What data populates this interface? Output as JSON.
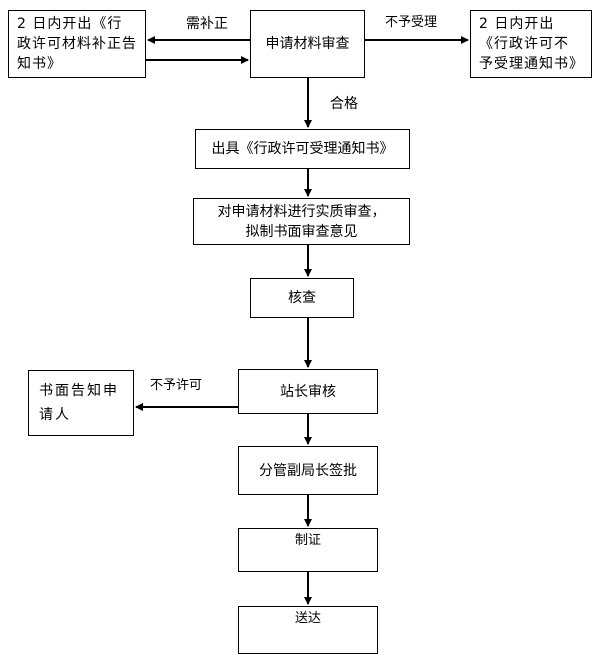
{
  "nodes": {
    "correction_notice": "2 日内开出《行政许可材料补正告知书》",
    "application_review": "申请材料审查",
    "rejection_notice": "2 日内开出《行政许可不予受理通知书》",
    "acceptance_notice": "出具《行政许可受理通知书》",
    "substantive_review": "对申请材料进行实质审查，拟制书面审查意见",
    "verification": "核查",
    "station_head_review": "站长审核",
    "written_notice": "书面告知申请人",
    "deputy_director_approval": "分管副局长签批",
    "certification": "制证",
    "delivery": "送达"
  },
  "edge_labels": {
    "needs_correction": "需补正",
    "not_accepted": "不予受理",
    "qualified": "合格",
    "not_permitted": "不予许可"
  }
}
